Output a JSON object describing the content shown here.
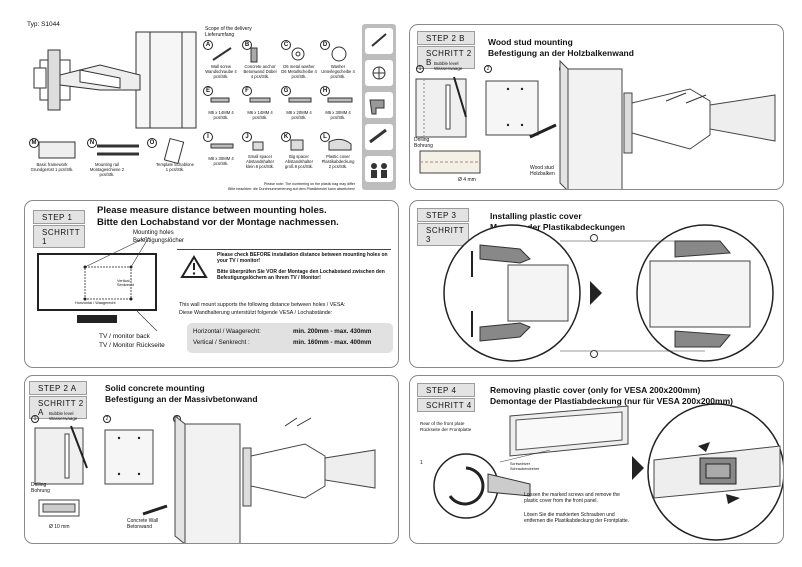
{
  "header": {
    "type_label": "Typ: S1044"
  },
  "delivery": {
    "title": "Scope of the delivery",
    "subtitle": "Lieferumfang",
    "note": "Please note: The numbering on the plastic bag may differ",
    "note2": "Bitte beachten: die Durchnummerierung auf dem Plastikbeutel kann abweichen!",
    "parts": [
      {
        "letter": "A",
        "text": "Wall screw Wandschraube 4 pcs/Stk."
      },
      {
        "letter": "B",
        "text": "Concrete anchor Betonwand Dübel 4 pcs/Stk."
      },
      {
        "letter": "C",
        "text": "D6 metal washer D6 Metallscheibe 4 pcs/Stk."
      },
      {
        "letter": "D",
        "text": "Washer Unterlegscheibe 4 pcs/Stk."
      },
      {
        "letter": "E",
        "text": "M5 x 14MM 4 pcs/Stk."
      },
      {
        "letter": "F",
        "text": "M6 x 14MM 4 pcs/Stk."
      },
      {
        "letter": "G",
        "text": "M8 x 20MM 4 pcs/Stk."
      },
      {
        "letter": "H",
        "text": "M6 x 30MM 4 pcs/Stk."
      },
      {
        "letter": "I",
        "text": "M8 x 30MM 4 pcs/Stk."
      },
      {
        "letter": "J",
        "text": "Small spacer Abstandshalter klein 8 pcs/Stk."
      },
      {
        "letter": "K",
        "text": "Big spacer Abstandshalter groß 8 pcs/Stk."
      },
      {
        "letter": "L",
        "text": "Plastic cover Plastikabdeckung 2 pcs/Stk."
      }
    ],
    "extra_parts": [
      {
        "letter": "M",
        "text": "Basic framework Grundgerüst 1 pcs/Stk."
      },
      {
        "letter": "N",
        "text": "Mounting rail Montageschiene 2 pcs/Stk."
      },
      {
        "letter": "O",
        "text": "Template Schablone 1 pcs/Stk."
      }
    ]
  },
  "step1": {
    "tag": "STEP 1",
    "tag_de": "SCHRITT 1",
    "title_en": "Please measure distance between mounting holes.",
    "title_de": "Bitte den Lochabstand vor der Montage nachmessen.",
    "holes_en": "Mounting holes",
    "holes_de": "Befestigungslöcher",
    "vertical": "Vertical / Senkrecht",
    "horizontal": "Horizontal / Waagerecht",
    "tv_back_en": "TV / monitor back",
    "tv_back_de": "TV / Monitor Rückseite",
    "warn_en": "Please check BEFORE installation distance between mounting holes on your TV / monitor!",
    "warn_de": "Bitte überprüfen Sie VOR der Montage den Lochabstand zwischen den Befestigungslöchern an Ihrem TV / Monitor!",
    "support_en": "This wall mount supports the following distance between holes / VESA:",
    "support_de": "Diese Wandhalterung unterstützt folgende VESA / Lochabstände:",
    "h_label": "Horizontal / Waagerecht:",
    "h_value": "min. 200mm - max. 430mm",
    "v_label": "Vertical / Senkrecht :",
    "v_value": "min. 160mm - max. 400mm"
  },
  "step2a": {
    "tag": "STEP 2 A",
    "tag_de": "SCHRITT 2 A",
    "title_en": "Solid concrete mounting",
    "title_de": "Befestigung an der Massivbetonwand",
    "bubble": "Bubble level Wasserwaage",
    "drill": "Drilling Bohrung",
    "dim": "Ø 10 mm",
    "wall": "Concrete Wall Betonwand",
    "n1": "1",
    "n2": "2",
    "n3": "3"
  },
  "step2b": {
    "tag": "STEP 2 B",
    "tag_de": "SCHRITT 2 B",
    "title_en": "Wood stud mounting",
    "title_de": "Befestigung an der Holzbalkenwand",
    "bubble": "Bubble level Wasserwaage",
    "drill": "Drilling Bohrung",
    "dim": "Ø 4 mm",
    "wall": "Wood stud Holzbalken",
    "n1": "1",
    "n2": "2",
    "n3": "3"
  },
  "step3": {
    "tag": "STEP 3",
    "tag_de": "SCHRITT 3",
    "title_en": "Installing plastic cover",
    "title_de": "Montage der Plastikabdeckungen"
  },
  "step4": {
    "tag": "STEP 4",
    "tag_de": "SCHRITT 4",
    "title_en": "Removing plastic cover (only for VESA 200x200mm)",
    "title_de": "Demontage der Plastiabdeckung (nur für VESA 200x200mm)",
    "rear_en": "Rear of the front plate",
    "rear_de": "Rückseite der Frontplatte",
    "screwdriver_en": "Screwdriver",
    "screwdriver_de": "Schraubendreher",
    "text_en": "Loosen the marked screws and remove the plastic cover from the front panel.",
    "text_de": "Lösen Sie die markierten Schrauben und entfernen die Plastikabdeckung der Frontplatte.",
    "n1": "1"
  }
}
